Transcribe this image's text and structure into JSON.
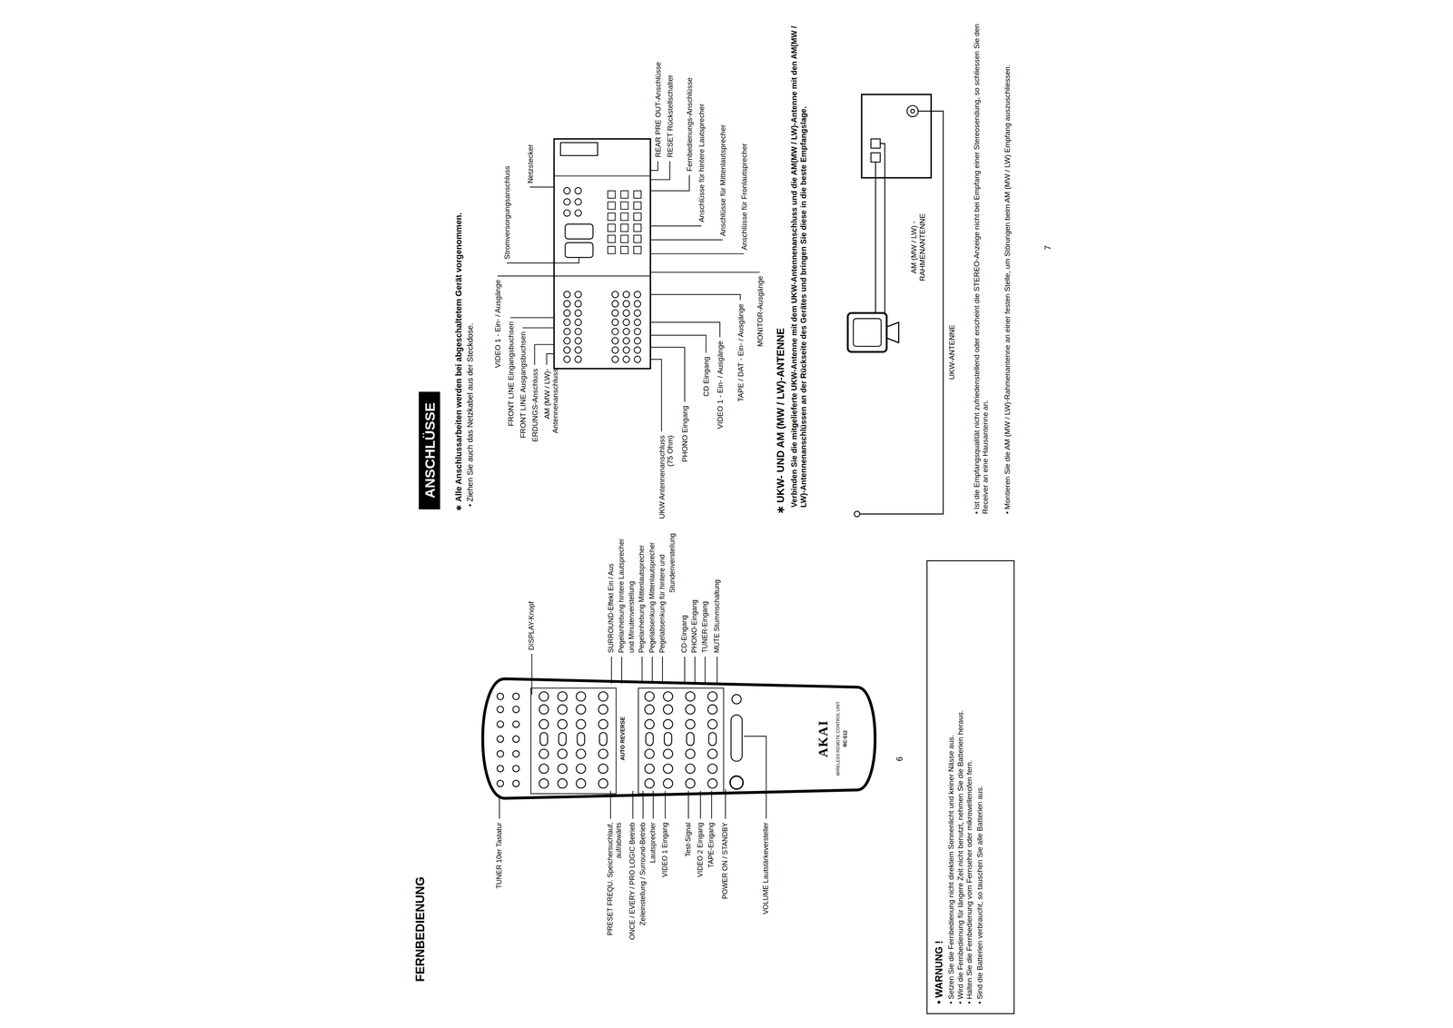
{
  "diagram": {
    "nodes": [
      {
        "text": [
          "AUTO REVERSE",
          "AKAI",
          "WIRELESS REMOTE CONTROL UNIT",
          "RC-S12"
        ]
      },
      {
        "text": [
          "• WARNUNG !",
          "• Setzen Sie die Fernbedienung nicht direktem Sonnenlicht und keiner Nässe aus.",
          "• Wird die Fernbedienung für längere Zeit nicht benutzt, nehmen Sie die Batterien heraus.",
          "• Halten Sie die Fernbedienung vom Fernseher oder mikrowellenofen fern.",
          "• Sind die Batterien verbraucht, so tauschen Sie alle Batterien aus."
        ]
      },
      {
        "text": [
          "ANSCHLÜSSE"
        ]
      }
    ],
    "labels": [
      "FERNBEDIENUNG",
      "TUNER 10er Tastatur",
      "PRESET FREQU. Speichersuchlauf, auf/abwärts",
      "ONCE / EVERY / PRO LOGIC Betrieb",
      "Zeileinstellung / Surround-Betrieb",
      "Lautsprecher",
      "VIDEO 1 Eingang",
      "Test-Signal",
      "VIDEO 2 Eingang",
      "TAPE-Eingang",
      "POWER ON / STANDBY",
      "VOLUME Lautstärkeversteller",
      "DISPLAY-Knopf",
      "SURROUND-Effekt Ein / Aus",
      "Pegelanhebung hintere Lautsprecher",
      "und Minutenverstellung",
      "Pegelanhebung Mittenlautsprecher",
      "Pegelabsenkung Mittenlautsprecher",
      "Pegelabsenkung für hintere und",
      "Stundenverstellung",
      "CD-Eingang",
      "PHONO-Eingang",
      "TUNER-Eingang",
      "MUTE Stummschaltung",
      "6",
      "∗ Alle Anschlussarbeiten werden bei abgeschaltetem Gerät vorgenommen.",
      "• Ziehen Sie auch das Netzkabel aus der Steckdose.",
      "VIDEO 1 - Ein- / Ausgänge",
      "Stromversorgungsanschluss",
      "FRONT LINE Eingangsbuchsen",
      "FRONT LINE Ausgangsbuchsen",
      "Netzstecker",
      "ERDUNGS-Anschluss",
      "AM (MW / LW)- Antennenanschluss",
      "UKW Antennenanschluss (75 Ohm)",
      "PHONO Eingang",
      "CD Eingang",
      "VIDEO 1 - Ein- / Ausgänge",
      "TAPE / DAT - Ein- / Ausgänge",
      "MONITOR-Ausgänge",
      "REAR PRE OUT-Anschlüsse",
      "RESET Rückstellschalter",
      "Fernbedienungs-Anschlüsse",
      "Anschlüsse für hintere Lautsprecher",
      "Anschlüsse für Mittenlautsprecher",
      "Anschlüsse für Fronlautsprecher",
      "∗ UKW- UND AM (MW / LW)-ANTENNE",
      "Verbinden Sie die mitgelieferte UKW-Antenne mit dem UKW-Antennenanschluss und die AM(MW / LW)-Antenne mit den AM(MW / LW)-Antennenanschlüssen an der Rückseite des Gerätes und bringen Sie diese in die beste Empfangslage.",
      "AM (MW / LW) -RAHMENANTENNE",
      "UKW-ANTENNE",
      "• Ist die Empfangsqualität nicht zufriedenstellend oder erscheint die STEREO-Anzeige nicht bei Empfang einer Stereosendung, so schliessen Sie den Receiver an eine Hausantenne an.",
      "• Montieren Sie die AM (MW / LW)-Rahmenantenne an einer festen Stelle, um Störungen beim AM (MW / LW) Empfang auszuschliessen.",
      "7"
    ]
  }
}
